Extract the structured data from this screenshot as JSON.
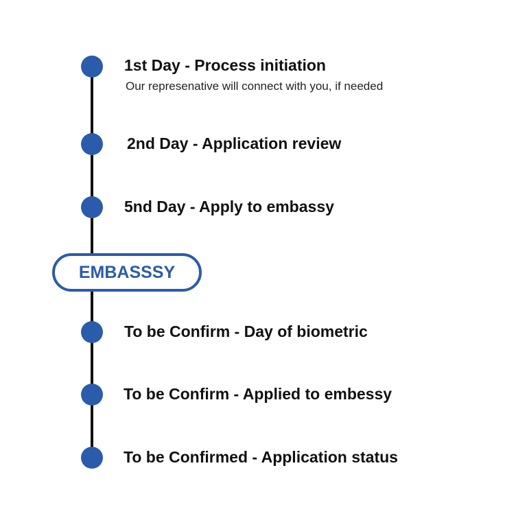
{
  "steps": [
    {
      "title": "1st Day - Process initiation",
      "subtitle": "Our represenative will connect with you, if needed"
    },
    {
      "title": "2nd Day - Application review"
    },
    {
      "title": "5nd Day - Apply to embassy"
    },
    {
      "title": "To be Confirm - Day of biometric"
    },
    {
      "title": "To be Confirm - Applied to embessy"
    },
    {
      "title": "To be Confirmed - Application status"
    }
  ],
  "milestone": {
    "label": "EMBASSSY"
  },
  "colors": {
    "accent": "#2b5bab",
    "line": "#111111"
  }
}
